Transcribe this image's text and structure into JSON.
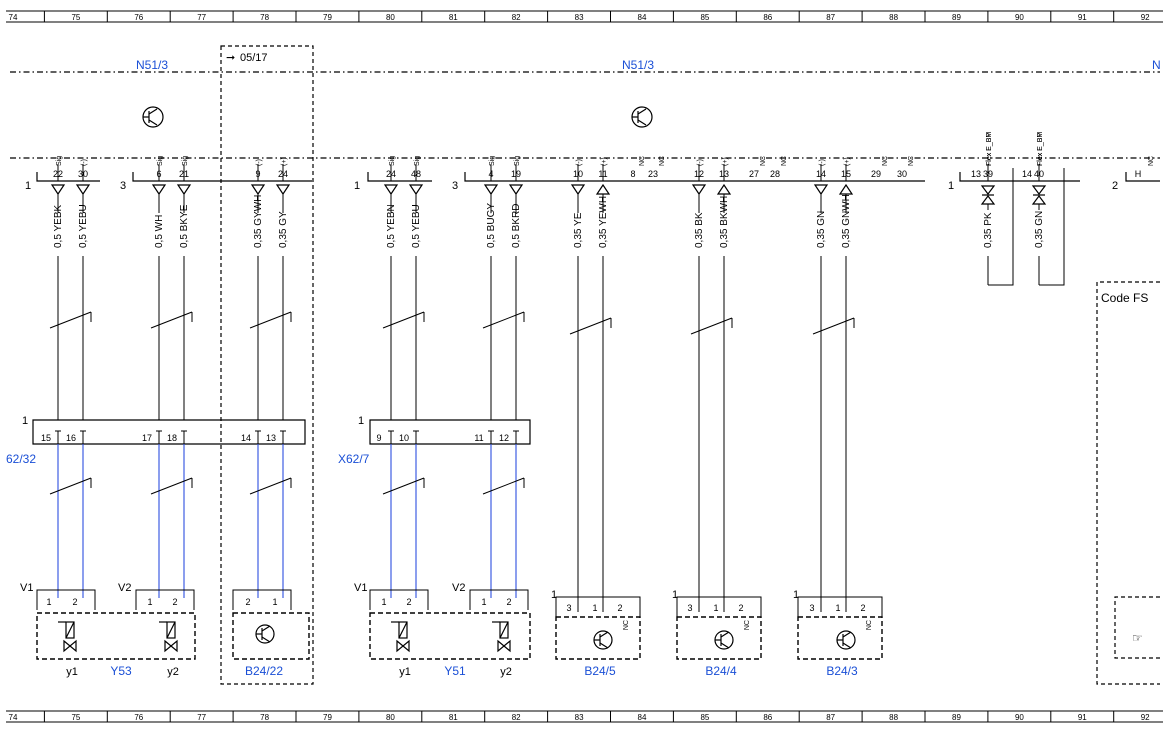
{
  "ruler": {
    "numbers": [
      "74",
      "75",
      "76",
      "77",
      "78",
      "79",
      "80",
      "81",
      "82",
      "83",
      "84",
      "85",
      "86",
      "87",
      "88",
      "89",
      "90",
      "91",
      "92"
    ]
  },
  "header": {
    "module_left": "N51/3",
    "module_center": "N51/3",
    "module_right_partial": "N",
    "version_note": "05/17",
    "code_box": "Code FS"
  },
  "connectors": {
    "x62_32": "62/32",
    "x62_7": "X62/7"
  },
  "wires": [
    {
      "id": "w1",
      "label": "0,5 YEBK",
      "top_pin": "22",
      "top_func": "Sig",
      "mid_pin": "15"
    },
    {
      "id": "w2",
      "label": "0,5 YEBU",
      "top_pin": "30",
      "top_func": "(-)",
      "mid_pin": "16"
    },
    {
      "id": "w3",
      "label": "0,5 WH",
      "top_pin": "6",
      "top_func": "Sig",
      "mid_pin": "17"
    },
    {
      "id": "w4",
      "label": "0,5 BKYE",
      "top_pin": "21",
      "top_func": "Sig",
      "mid_pin": "18"
    },
    {
      "id": "w5",
      "label": "0,35 GYWH",
      "top_pin": "9",
      "top_func": "(-)",
      "mid_pin": "14"
    },
    {
      "id": "w6",
      "label": "0,35 GY",
      "top_pin": "24",
      "top_func": "(+)",
      "mid_pin": "13"
    },
    {
      "id": "w7",
      "label": "0,5 YEBN",
      "top_pin": "24",
      "top_func": "Sig",
      "mid_pin": "9"
    },
    {
      "id": "w8",
      "label": "0,5 YEBU",
      "top_pin": "48",
      "top_func": "Sig",
      "mid_pin": "10"
    },
    {
      "id": "w9",
      "label": "0,5 BUGY",
      "top_pin": "4",
      "top_func": "Sig",
      "mid_pin": "11"
    },
    {
      "id": "w10",
      "label": "0,5 BKRD",
      "top_pin": "19",
      "top_func": "Sig",
      "mid_pin": "12"
    },
    {
      "id": "w11",
      "label": "0,35 YE",
      "top_pin": "10",
      "top_func": "(-)"
    },
    {
      "id": "w12",
      "label": "0,35 YEWH",
      "top_pin": "11",
      "top_func": "(+)"
    },
    {
      "id": "w13",
      "label": "0,35 BK",
      "top_pin": "12",
      "top_func": "(-)"
    },
    {
      "id": "w14",
      "label": "0,35 BKWH",
      "top_pin": "13",
      "top_func": "(+)"
    },
    {
      "id": "w15",
      "label": "0,35 GN",
      "top_pin": "14",
      "top_func": "(-)"
    },
    {
      "id": "w16",
      "label": "0,35 GNWH",
      "top_pin": "15",
      "top_func": "(+)"
    },
    {
      "id": "w17",
      "label": "0,35 PK",
      "top_pin": "39",
      "top_func": "Flex E_BP"
    },
    {
      "id": "w18",
      "label": "0,35 GN",
      "top_pin": "40",
      "top_func": "Flex E_BM"
    }
  ],
  "nc_pins": [
    {
      "pin": "8",
      "func": "NC"
    },
    {
      "pin": "23",
      "func": "NC"
    },
    {
      "pin": "27",
      "func": "NC"
    },
    {
      "pin": "28",
      "func": "NC"
    },
    {
      "pin": "29",
      "func": "NC"
    },
    {
      "pin": "30",
      "func": "NC"
    }
  ],
  "flex_pins": [
    {
      "pin": "13",
      "func": "Flex E_BM"
    },
    {
      "pin": "14",
      "func": "Flex E_BP"
    },
    {
      "pin": "H",
      "func": "NC"
    }
  ],
  "components": {
    "y53": "Y53",
    "y51": "Y51",
    "b24_22": "B24/22",
    "b24_5": "B24/5",
    "b24_4": "B24/4",
    "b24_3": "B24/3",
    "v1": "V1",
    "v2": "V2",
    "y1": "y1",
    "y2": "y2"
  },
  "connector_numbers": {
    "one": "1",
    "two": "2",
    "three": "3"
  },
  "pin_nc": "NC"
}
